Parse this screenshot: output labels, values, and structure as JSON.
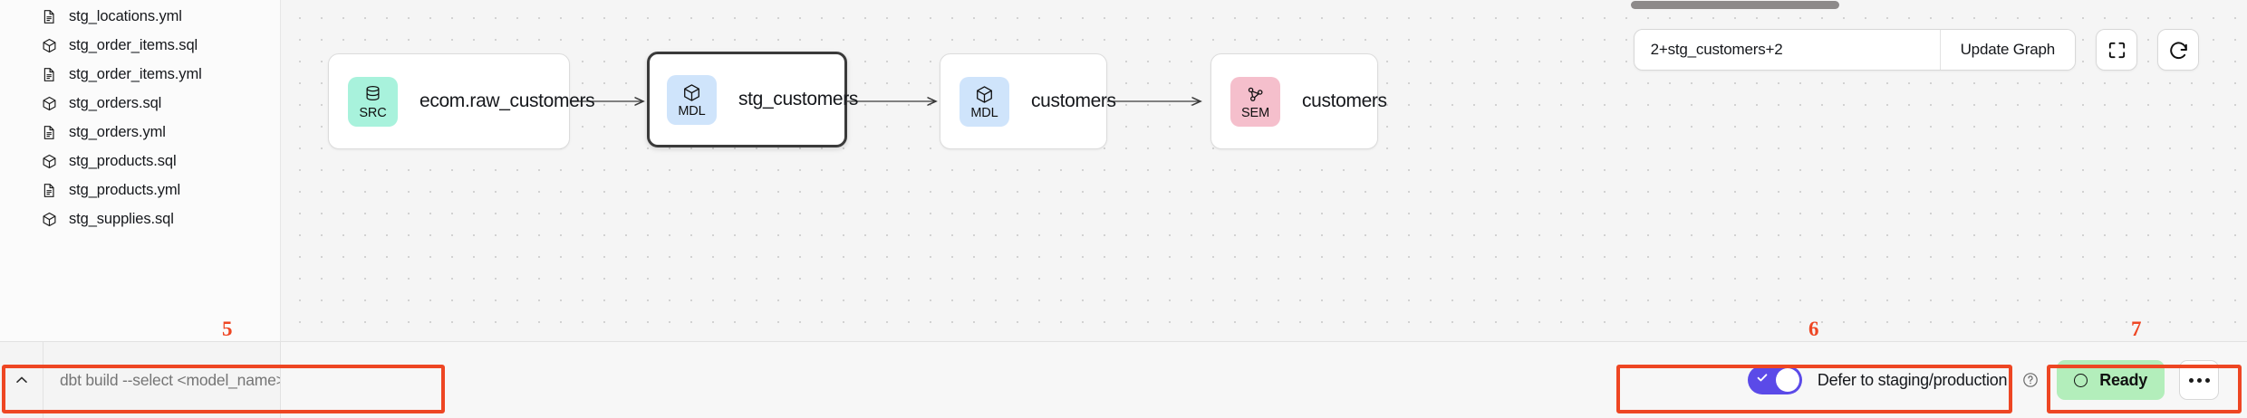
{
  "sidebar": {
    "files": [
      {
        "name": "stg_locations.yml",
        "icon": "file-yml-icon",
        "type": "yml"
      },
      {
        "name": "stg_order_items.sql",
        "icon": "cube-sql-icon",
        "type": "sql"
      },
      {
        "name": "stg_order_items.yml",
        "icon": "file-yml-icon",
        "type": "yml"
      },
      {
        "name": "stg_orders.sql",
        "icon": "cube-sql-icon",
        "type": "sql"
      },
      {
        "name": "stg_orders.yml",
        "icon": "file-yml-icon",
        "type": "yml"
      },
      {
        "name": "stg_products.sql",
        "icon": "cube-sql-icon",
        "type": "sql"
      },
      {
        "name": "stg_products.yml",
        "icon": "file-yml-icon",
        "type": "yml"
      },
      {
        "name": "stg_supplies.sql",
        "icon": "cube-sql-icon",
        "type": "sql"
      }
    ]
  },
  "graph_toolbar": {
    "selector_value": "2+stg_customers+2",
    "selector_placeholder": "",
    "update_label": "Update Graph",
    "fullscreen_icon": "expand-icon",
    "refresh_icon": "refresh-icon"
  },
  "graph": {
    "nodes": [
      {
        "id": "src",
        "badge": "SRC",
        "icon": "database-icon",
        "label": "ecom.raw_customers",
        "color": "#a8f2dc",
        "selected": false
      },
      {
        "id": "mdl_stg",
        "badge": "MDL",
        "icon": "cube-icon",
        "label": "stg_customers",
        "color": "#cfe4fb",
        "selected": true
      },
      {
        "id": "mdl_cust",
        "badge": "MDL",
        "icon": "cube-icon",
        "label": "customers",
        "color": "#cfe4fb",
        "selected": false
      },
      {
        "id": "sem_cust",
        "badge": "SEM",
        "icon": "network-icon",
        "label": "customers",
        "color": "#f5bfcc",
        "selected": false
      }
    ]
  },
  "command_bar": {
    "caret_icon": "chevron-up-icon",
    "value": "",
    "placeholder": "dbt build --select <model_name>"
  },
  "status_bar": {
    "defer_label": "Defer to staging/production",
    "defer_enabled": true,
    "help_icon": "question-mark-icon",
    "status_text": "Ready",
    "status_color": "#b3eebb",
    "more_icon": "ellipsis-icon"
  },
  "annotations": [
    {
      "number": "5",
      "target": "command-bar"
    },
    {
      "number": "6",
      "target": "defer-toggle"
    },
    {
      "number": "7",
      "target": "ready-status"
    }
  ]
}
